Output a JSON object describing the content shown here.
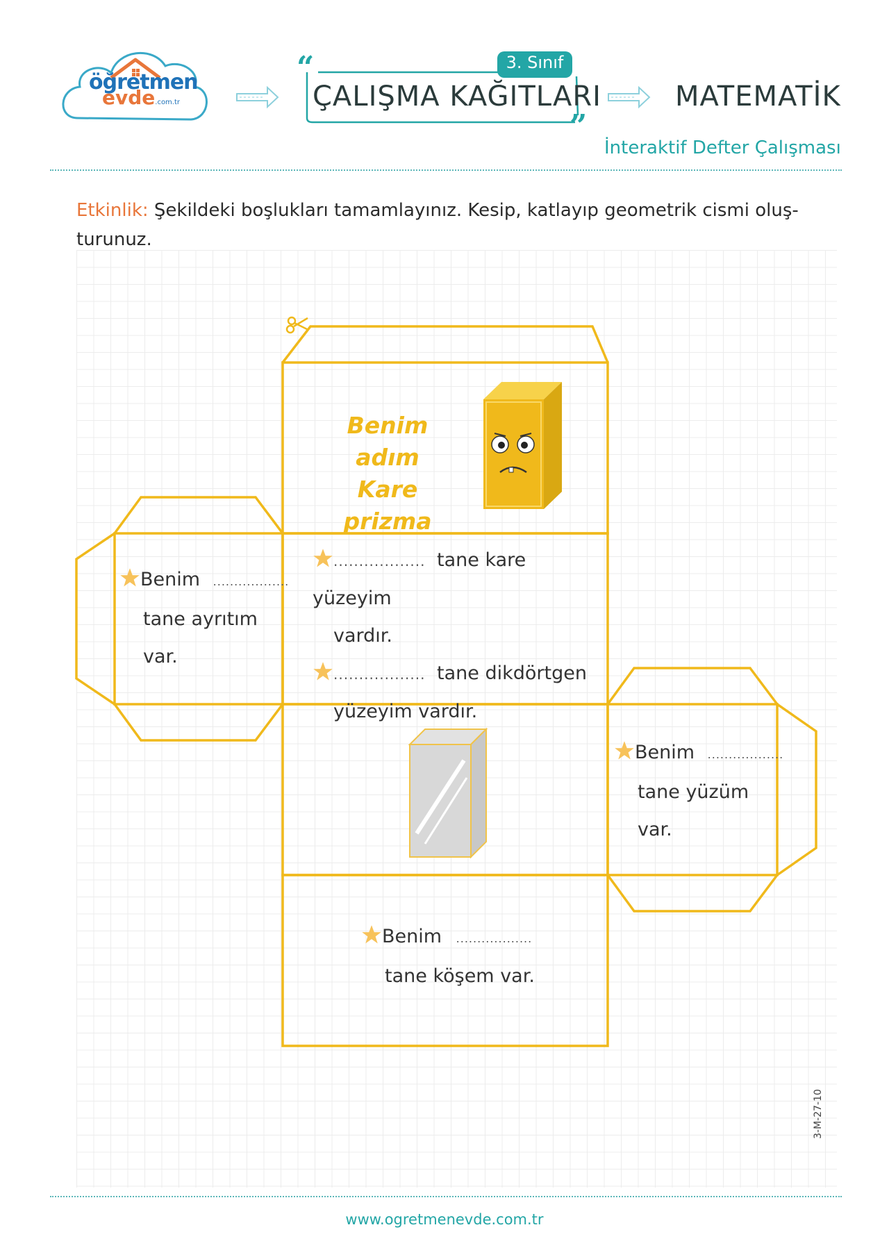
{
  "header": {
    "logo_line1": "öğretmen",
    "logo_line2": "evde",
    "logo_suffix": ".com.tr",
    "grade_badge": "3. Sınıf",
    "title": "ÇALIŞMA KAĞITLARI",
    "subject": "MATEMATİK",
    "subtitle": "İnteraktif Defter Çalışması"
  },
  "activity": {
    "label": "Etkinlik:",
    "text_line1": "Şekildeki boşlukları tamamlayınız. Kesip, katlayıp geometrik cismi oluş-",
    "text_line2": "turunuz."
  },
  "net": {
    "top_face": {
      "title_line1": "Benim adım",
      "title_line2": "Kare prizma"
    },
    "faces_face": {
      "line1_blank": "..................",
      "line1_text": "tane kare yüzeyim",
      "line2_text": "vardır.",
      "line3_blank": "..................",
      "line3_text": "tane dikdörtgen",
      "line4_text": "yüzeyim vardır."
    },
    "edges_face": {
      "word": "Benim",
      "blank": "..................",
      "line2": "tane ayrıtım",
      "line3": "var."
    },
    "faces_right": {
      "word": "Benim",
      "blank": "..................",
      "line2": "tane yüzüm",
      "line3": "var."
    },
    "vertices_face": {
      "word": "Benim",
      "blank": "..................",
      "line2": "tane köşem var."
    }
  },
  "code": "3-M-27-10",
  "footer": {
    "url": "www.ogretmenevde.com.tr"
  },
  "colors": {
    "teal": "#23a6a6",
    "yellow": "#f0b91b",
    "orange": "#e8763a",
    "star": "#f7c25a"
  },
  "icons": [
    "scissors-icon",
    "star-icon",
    "arrow-icon",
    "house-icon",
    "cloud-logo"
  ]
}
